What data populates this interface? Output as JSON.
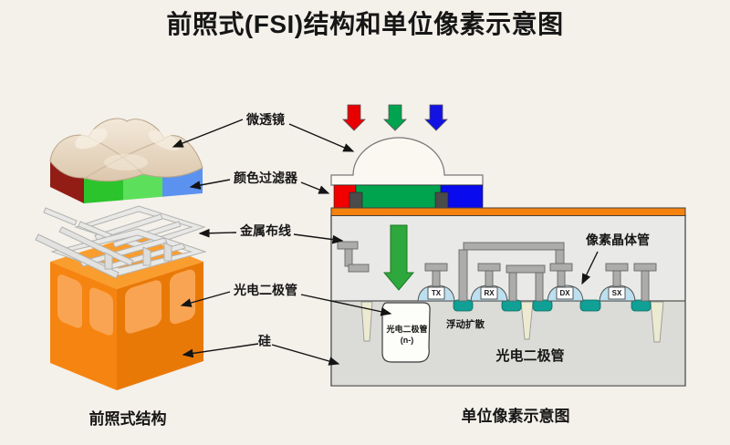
{
  "title": "前照式(FSI)结构和单位像素示意图",
  "left_panel": {
    "caption": "前照式结构",
    "labels": {
      "microlens": "微透镜",
      "color_filter": "颜色过滤器",
      "metal_wiring": "金属布线",
      "photodiode": "光电二极管",
      "silicon": "硅"
    }
  },
  "right_panel": {
    "caption": "单位像素示意图",
    "labels": {
      "pixel_transistor": "像素晶体管",
      "floating_diffusion": "浮动扩散",
      "photodiode_well_line1": "光电二极管",
      "photodiode_well_line2": "(n-)",
      "photodiode_region": "光电二极管"
    },
    "transistors": [
      "TX",
      "RX",
      "DX",
      "SX"
    ],
    "light_arrows": [
      {
        "name": "red-light-arrow",
        "color": "#e80000"
      },
      {
        "name": "green-light-arrow",
        "color": "#00a44e"
      },
      {
        "name": "blue-light-arrow",
        "color": "#1212e2"
      }
    ]
  },
  "colors": {
    "background": "#f4f0ea",
    "orange_layer": "#f5820d",
    "teal_diffusion": "#10a095",
    "filter_red": "#f20000",
    "filter_green": "#00a44e",
    "filter_blue": "#0a0aee",
    "metal_gray": "#acacaa",
    "gate_blue": "#bde0f0"
  }
}
